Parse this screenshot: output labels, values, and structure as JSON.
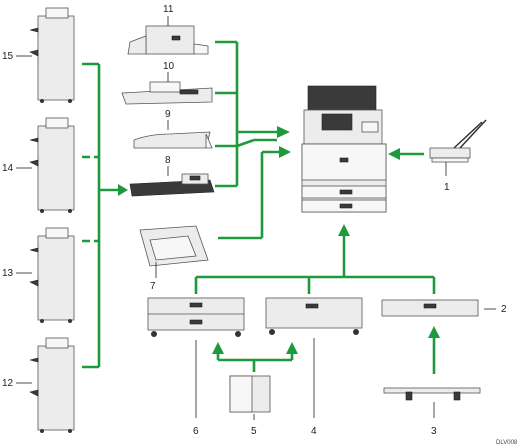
{
  "callouts": {
    "c1": "1",
    "c2": "2",
    "c3": "3",
    "c4": "4",
    "c5": "5",
    "c6": "6",
    "c7": "7",
    "c8": "8",
    "c9": "9",
    "c10": "10",
    "c11": "11",
    "c12": "12",
    "c13": "13",
    "c14": "14",
    "c15": "15"
  },
  "figure_code": "DLV008",
  "colors": {
    "connector": "#1e9a3c"
  }
}
